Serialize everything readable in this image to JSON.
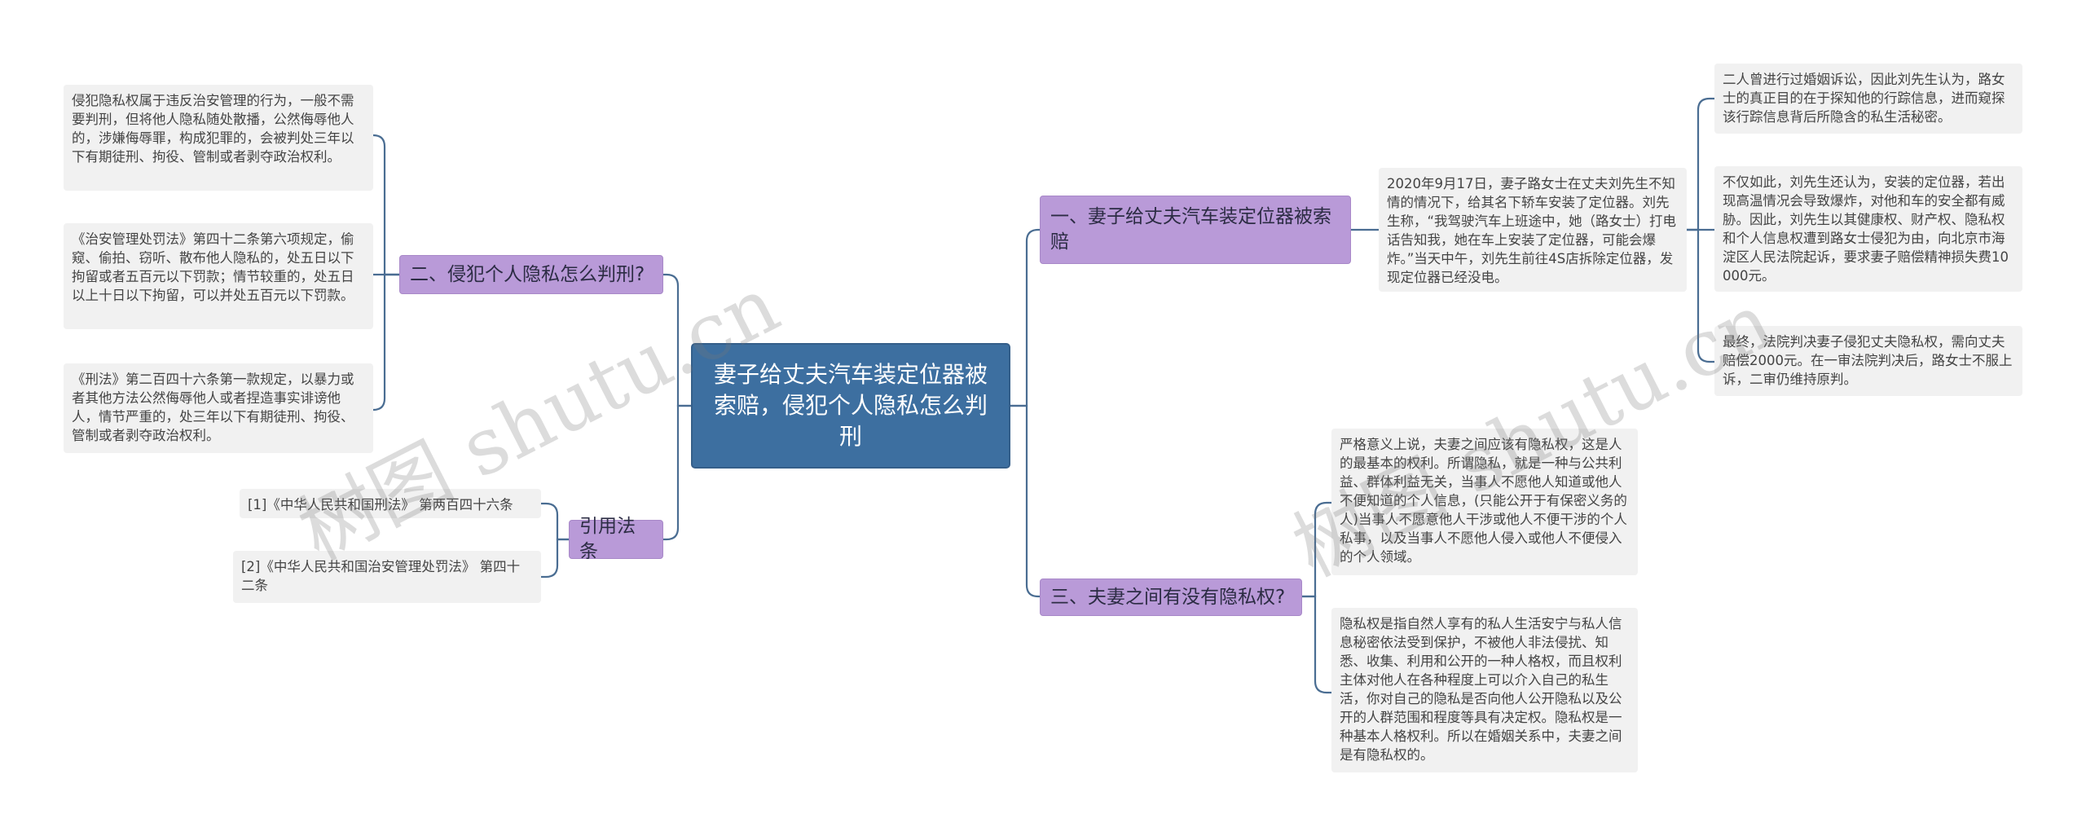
{
  "root": {
    "label": "妻子给丈夫汽车装定位器被索赔，侵犯个人隐私怎么判刑"
  },
  "branches": {
    "b1": {
      "label": "一、妻子给丈夫汽车装定位器被索赔",
      "summary": "2020年9月17日，妻子路女士在丈夫刘先生不知情的情况下，给其名下轿车安装了定位器。刘先生称，“我驾驶汽车上班途中，她（路女士）打电话告知我，她在车上安装了定位器，可能会爆炸。”当天中午，刘先生前往4S店拆除定位器，发现定位器已经没电。",
      "details": [
        "二人曾进行过婚姻诉讼，因此刘先生认为，路女士的真正目的在于探知他的行踪信息，进而窥探该行踪信息背后所隐含的私生活秘密。",
        "不仅如此，刘先生还认为，安装的定位器，若出现高温情况会导致爆炸，对他和车的安全都有威胁。因此，刘先生以其健康权、财产权、隐私权和个人信息权遭到路女士侵犯为由，向北京市海淀区人民法院起诉，要求妻子赔偿精神损失费10000元。",
        "最终，法院判决妻子侵犯丈夫隐私权，需向丈夫赔偿2000元。在一审法院判决后，路女士不服上诉，二审仍维持原判。"
      ]
    },
    "b2": {
      "label": "二、侵犯个人隐私怎么判刑?",
      "details": [
        "侵犯隐私权属于违反治安管理的行为，一般不需要判刑，但将他人隐私随处散播，公然侮辱他人的，涉嫌侮辱罪，构成犯罪的，会被判处三年以下有期徒刑、拘役、管制或者剥夺政治权利。",
        "《治安管理处罚法》第四十二条第六项规定，偷窥、偷拍、窃听、散布他人隐私的，处五日以下拘留或者五百元以下罚款；情节较重的，处五日以上十日以下拘留，可以并处五百元以下罚款。",
        "《刑法》第二百四十六条第一款规定，以暴力或者其他方法公然侮辱他人或者捏造事实诽谤他人，情节严重的，处三年以下有期徒刑、拘役、管制或者剥夺政治权利。"
      ]
    },
    "b3": {
      "label": "三、夫妻之间有没有隐私权?",
      "details": [
        "严格意义上说，夫妻之间应该有隐私权，这是人的最基本的权利。所谓隐私，就是一种与公共利益、群体利益无关，当事人不愿他人知道或他人不便知道的个人信息，(只能公开于有保密义务的人)当事人不愿意他人干涉或他人不便干涉的个人私事，以及当事人不愿他人侵入或他人不便侵入的个人领域。",
        "隐私权是指自然人享有的私人生活安宁与私人信息秘密依法受到保护，不被他人非法侵扰、知悉、收集、利用和公开的一种人格权，而且权利主体对他人在各种程度上可以介入自己的私生活，你对自己的隐私是否向他人公开隐私以及公开的人群范围和程度等具有决定权。隐私权是一种基本人格权利。所以在婚姻关系中，夫妻之间是有隐私权的。"
      ]
    },
    "b4": {
      "label": "引用法条",
      "details": [
        "[1]《中华人民共和国刑法》 第两百四十六条",
        "[2]《中华人民共和国治安管理处罚法》 第四十二条"
      ]
    }
  },
  "watermarks": [
    "树图 shutu.cn",
    "树图 shutu.cn"
  ],
  "colors": {
    "root_bg": "#3d6fa0",
    "branch_bg": "#b99ad8",
    "leaf_bg": "#f1f1f1",
    "line": "#4a6d92"
  }
}
